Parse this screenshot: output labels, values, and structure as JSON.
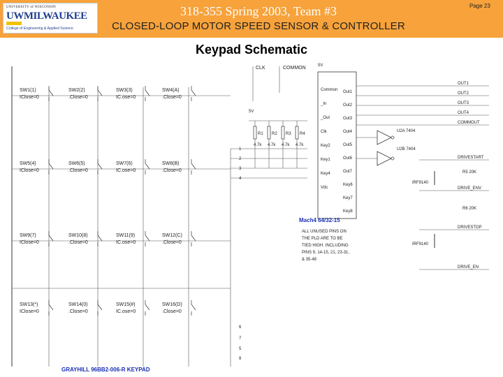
{
  "header": {
    "logo": {
      "line1": "UNIVERSITY of WISCONSIN",
      "line2": "UWMILWAUKEE",
      "line3": "College of Engineering & Applied Science"
    },
    "title": "318-355 Spring 2003, Team #3",
    "subtitle": "CLOSED-LOOP MOTOR SPEED SENSOR & CONTROLLER",
    "page_label": "Page 23"
  },
  "slide_title": "Keypad Schematic",
  "schematic": {
    "switches": [
      {
        "ref": "SW1(1)",
        "val": "IClose=0"
      },
      {
        "ref": "SW2(2)",
        "val": ".Close=0"
      },
      {
        "ref": "SW3(3)",
        "val": "IC.ose=0"
      },
      {
        "ref": "SW4(A)",
        "val": ".Close=0"
      },
      {
        "ref": "SW5(4)",
        "val": "IClose=0"
      },
      {
        "ref": "SW6(5)",
        "val": ".Close=0"
      },
      {
        "ref": "SW7(6)",
        "val": "IC.ose=0"
      },
      {
        "ref": "SW8(B)",
        "val": ".Close=0"
      },
      {
        "ref": "SW9(7)",
        "val": "IClose=0"
      },
      {
        "ref": "SW10(8)",
        "val": ".Close=0"
      },
      {
        "ref": "SW11(9)",
        "val": "IC.ose=0"
      },
      {
        "ref": "SW12(C)",
        "val": ".Close=0"
      },
      {
        "ref": "SW13(*)",
        "val": "IClose=0"
      },
      {
        "ref": "SW14(0)",
        "val": ".Close=0"
      },
      {
        "ref": "SW15(#)",
        "val": "IC.ose=0"
      },
      {
        "ref": "SW16(D)",
        "val": ".Close=0"
      }
    ],
    "resistors": [
      {
        "ref": "R1",
        "val": "4.7k"
      },
      {
        "ref": "R2",
        "val": "4.7k"
      },
      {
        "ref": "R3",
        "val": "4.7k"
      },
      {
        "ref": "R4",
        "val": "4.7k"
      }
    ],
    "net_clk": "CLK",
    "net_common": "COMMON",
    "net_5v": "5V",
    "chip_label": "Mach4 64/32-15",
    "chip_pins_left": [
      "Common",
      "_In",
      "_Out",
      "Clk",
      "Key2",
      "Key1",
      "Key4",
      "Vdc"
    ],
    "chip_pins_right": [
      "Out1",
      "Out2",
      "Out3",
      "Out4",
      "Out5",
      "Out6",
      "Out7",
      "Key6",
      "Key7",
      "Key8"
    ],
    "note_lines": [
      "ALL UNUSED PINS ON",
      "THE PLD ARE TO BE",
      "TIED HIGH. INCLUDING",
      "PINS 9, 14-15, 21, 23-31,",
      "& 35-48"
    ],
    "outputs": [
      "OUT1",
      "OUT2",
      "OUT3",
      "OUT4",
      "COMMOUT",
      "DRIVESTART",
      "DRIVE_ENV",
      "DRIVESTOP",
      "DRIVE_EN"
    ],
    "transistor1": "IRF9140",
    "transistor2": "IRF9140",
    "gate1": "U2A 7404",
    "gate2": "U2B 7404",
    "r_out1": "R5 20K",
    "r_out2": "R6 20K",
    "footer_label": "GRAYHILL 96BB2-006-R KEYPAD"
  }
}
